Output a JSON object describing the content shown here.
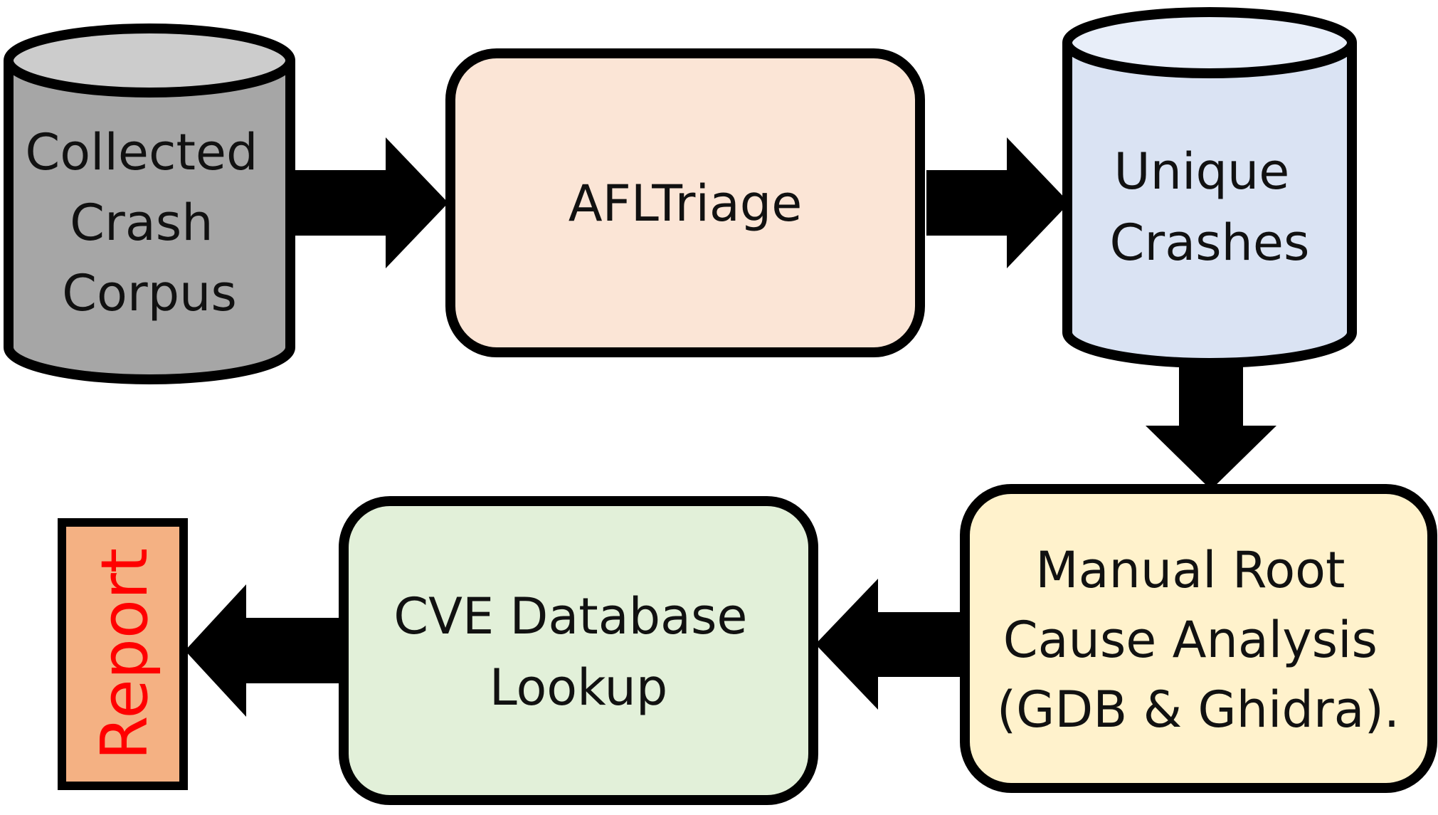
{
  "colors": {
    "stroke": "#000000",
    "corpus_fill": "#a6a6a6",
    "corpus_top": "#cccccc",
    "afltriage_fill": "#fbe5d6",
    "unique_fill": "#dae3f3",
    "unique_top": "#e8eef9",
    "manual_fill": "#fff2cc",
    "cve_fill": "#e2f0d9",
    "report_fill": "#f4b183",
    "report_text": "#ff0000"
  },
  "nodes": {
    "corpus": {
      "shape": "cylinder",
      "lines": [
        "Collected",
        "Crash",
        "Corpus"
      ]
    },
    "afltriage": {
      "shape": "rounded-rectangle",
      "lines": [
        "AFLTriage"
      ]
    },
    "unique": {
      "shape": "cylinder",
      "lines": [
        "Unique",
        "Crashes"
      ]
    },
    "manual": {
      "shape": "rounded-rectangle",
      "lines": [
        "Manual Root",
        "Cause Analysis",
        "(GDB & Ghidra)."
      ]
    },
    "cve": {
      "shape": "rounded-rectangle",
      "lines": [
        "CVE Database",
        "Lookup"
      ]
    },
    "report": {
      "shape": "rectangle",
      "label": "Report",
      "text_orientation": "vertical"
    }
  },
  "edges": [
    {
      "from": "corpus",
      "to": "afltriage",
      "direction": "right"
    },
    {
      "from": "afltriage",
      "to": "unique",
      "direction": "right"
    },
    {
      "from": "unique",
      "to": "manual",
      "direction": "down"
    },
    {
      "from": "manual",
      "to": "cve",
      "direction": "left"
    },
    {
      "from": "cve",
      "to": "report",
      "direction": "left"
    }
  ]
}
